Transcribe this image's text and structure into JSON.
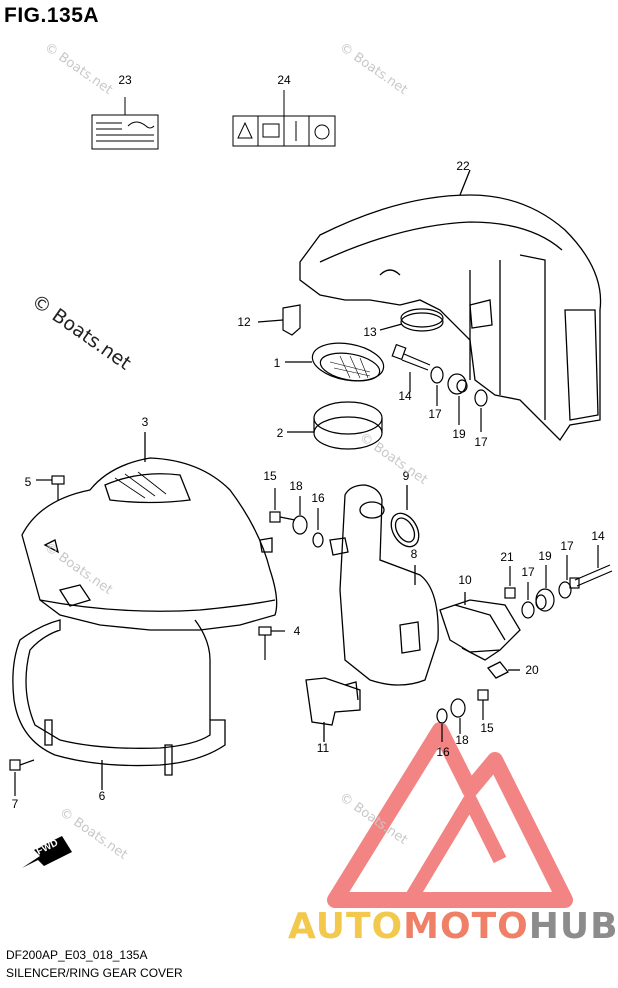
{
  "figure": {
    "title": "FIG.135A",
    "caption_code": "DF200AP_E03_018_135A",
    "caption_name": "SILENCER/RING GEAR COVER",
    "watermark": "© Boats.net",
    "watermark_large": "© Boats.net",
    "fwd_label": "FWD"
  },
  "callouts": [
    {
      "label": "23",
      "part": "caution-label"
    },
    {
      "label": "24",
      "part": "warning-label"
    },
    {
      "label": "22",
      "part": "silencer-case"
    },
    {
      "label": "12",
      "part": "plug"
    },
    {
      "label": "13",
      "part": "grommet"
    },
    {
      "label": "1",
      "part": "screen"
    },
    {
      "label": "14",
      "part": "bolt-upper"
    },
    {
      "label": "17",
      "part": "washer-upper-left"
    },
    {
      "label": "19",
      "part": "cushion-upper"
    },
    {
      "label": "17",
      "part": "washer-upper-right"
    },
    {
      "label": "2",
      "part": "seal-ring"
    },
    {
      "label": "3",
      "part": "ring-gear-cover"
    },
    {
      "label": "5",
      "part": "bolt-cover"
    },
    {
      "label": "15",
      "part": "bolt-mid"
    },
    {
      "label": "18",
      "part": "collar-mid"
    },
    {
      "label": "16",
      "part": "washer-mid"
    },
    {
      "label": "9",
      "part": "seal"
    },
    {
      "label": "8",
      "part": "silencer-tube"
    },
    {
      "label": "21",
      "part": "nut"
    },
    {
      "label": "19",
      "part": "cushion-right"
    },
    {
      "label": "17",
      "part": "washer-right-top"
    },
    {
      "label": "14",
      "part": "bolt-right"
    },
    {
      "label": "17",
      "part": "washer-right-bottom"
    },
    {
      "label": "10",
      "part": "bracket"
    },
    {
      "label": "4",
      "part": "bolt-lower"
    },
    {
      "label": "20",
      "part": "clamp"
    },
    {
      "label": "11",
      "part": "lower-bracket"
    },
    {
      "label": "15",
      "part": "bolt-low"
    },
    {
      "label": "16",
      "part": "washer-low"
    },
    {
      "label": "18",
      "part": "collar-low"
    },
    {
      "label": "6",
      "part": "ring-gear-guard"
    },
    {
      "label": "7",
      "part": "bolt-guard"
    }
  ],
  "brand": {
    "part1": "AUTO",
    "part2": "MOTO",
    "part3": "HUB"
  },
  "colors": {
    "line": "#000000",
    "watermark": "#c8c8c8",
    "logo_red": "#ef5b5b",
    "logo_yellow": "#f2c94c",
    "logo_gray": "#8c8c8c"
  }
}
